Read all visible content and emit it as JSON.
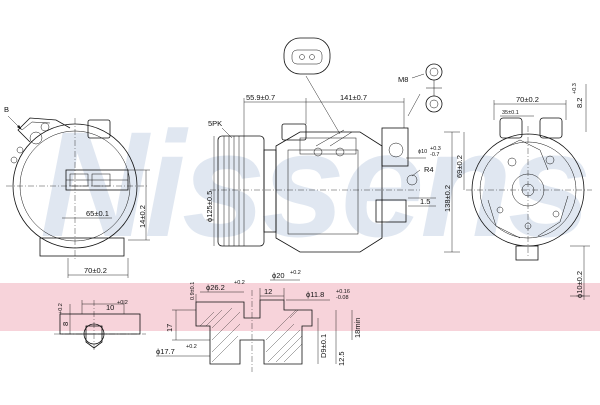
{
  "watermark": {
    "brand": "Nissens",
    "color": "#c7d4e6"
  },
  "band": {
    "color": "#f7d3da"
  },
  "left_view": {
    "label_b": "B",
    "dim_width": "70±0.2",
    "dim_mid": "65±0.1",
    "dim_height": "14±0.2"
  },
  "center_view": {
    "pulley": "5PK",
    "dim_top_a": "55.9±0.7",
    "dim_top_b": "141±0.7",
    "dim_pulley_dia": "ϕ125±0.5",
    "dim_port": "ϕ10",
    "dim_port_tol_upper": "+0.3",
    "dim_port_tol_lower": "-0.7",
    "radius": "R4",
    "dim_side": "1.5",
    "dim_height": "138±0.2",
    "dim_mid_height": "69±0.2"
  },
  "connector": {
    "thread": "M8"
  },
  "right_view": {
    "dim_top": "70±0.2",
    "dim_top_inner": "35±0.1",
    "dim_angle": "8.2",
    "dim_angle_tol": "+0.3",
    "dim_side": "ϕ10±0.2"
  },
  "detail_small": {
    "dim_top": "10",
    "dim_top_tol": "+0.2",
    "dim_side": "8",
    "dim_side_tol": "+0.2"
  },
  "section": {
    "dim_top_left": "0.9±0.1",
    "dim_bore": "ϕ26.2",
    "dim_bore_tol": "+0.2",
    "dim_w12": "12",
    "dim_dia20": "ϕ20",
    "dim_dia20_tol": "+0.2",
    "dim_dia11": "ϕ11.8",
    "dim_dia11_tol_u": "+0.16",
    "dim_dia11_tol_l": "-0.08",
    "dim_h17": "17",
    "dim_h18": "18min",
    "dim_dia9": "D9±0.1",
    "dim_h12": "12.5",
    "dim_dia17": "ϕ17.7",
    "dim_dia17_tol": "+0.2"
  }
}
